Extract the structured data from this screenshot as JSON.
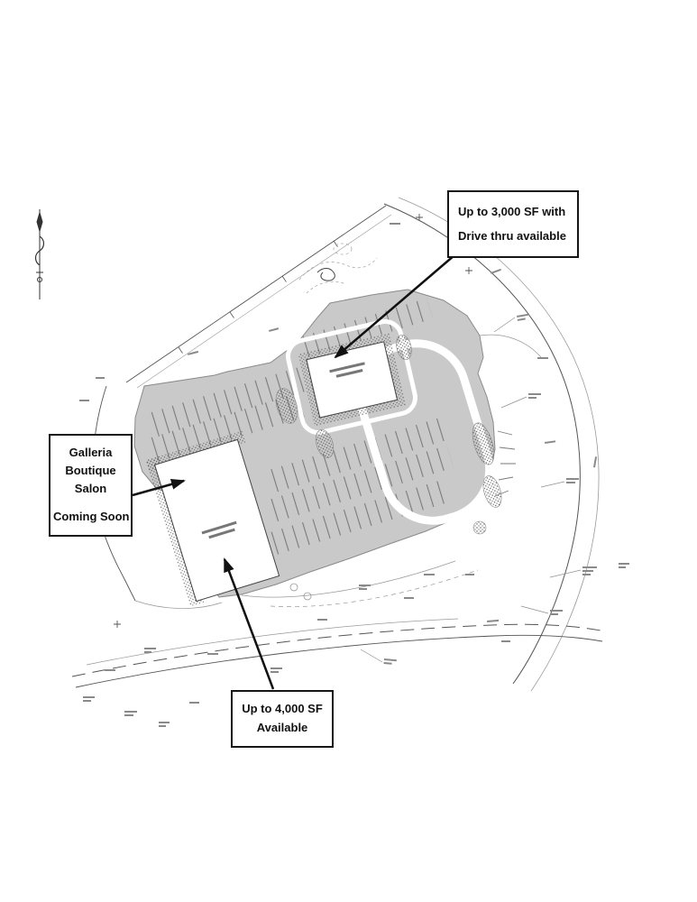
{
  "callouts": {
    "drive_thru": {
      "lines": [
        "Up to 3,000 SF with",
        "Drive thru available"
      ]
    },
    "galleria": {
      "lines": [
        "Galleria",
        "Boutique",
        "Salon",
        "Coming Soon"
      ]
    },
    "available": {
      "lines": [
        "Up to 4,000 SF",
        "Available"
      ]
    }
  },
  "colors": {
    "pavement": "#c9c9c9",
    "drawing_line": "#555555",
    "callout_border": "#161616",
    "background": "#ffffff"
  }
}
